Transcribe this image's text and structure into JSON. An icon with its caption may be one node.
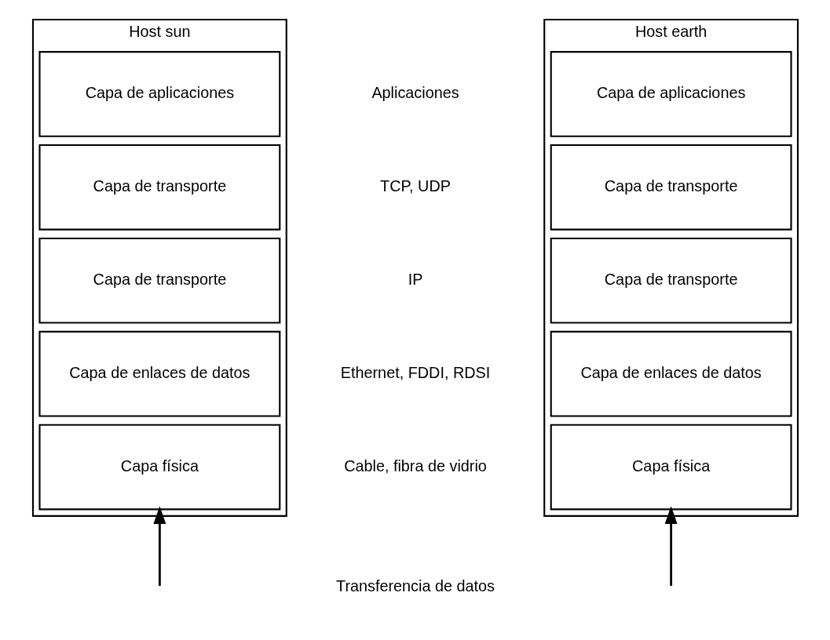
{
  "diagram": {
    "nodes": [
      {
        "text": [
          "Host sun"
        ]
      },
      {
        "text": [
          "Capa de aplicaciones"
        ],
        "in": 0
      },
      {
        "text": [
          "Capa de transporte"
        ],
        "in": 0
      },
      {
        "text": [
          "Capa de transporte"
        ],
        "in": 0
      },
      {
        "text": [
          "Capa de enlaces de datos"
        ],
        "in": 0
      },
      {
        "text": [
          "Capa física"
        ],
        "in": 0
      },
      {
        "text": [
          "Host earth"
        ]
      },
      {
        "text": [
          "Capa de aplicaciones"
        ],
        "in": 6
      },
      {
        "text": [
          "Capa de transporte"
        ],
        "in": 6
      },
      {
        "text": [
          "Capa de transporte"
        ],
        "in": 6
      },
      {
        "text": [
          "Capa de enlaces de datos"
        ],
        "in": 6
      },
      {
        "text": [
          "Capa física"
        ],
        "in": 6
      }
    ],
    "edges": [
      {
        "from": null,
        "to": 5,
        "arrow": "to"
      },
      {
        "from": null,
        "to": 11,
        "arrow": "to"
      }
    ],
    "labels": [
      "Aplicaciones",
      "TCP, UDP",
      "IP",
      "Ethernet, FDDI, RDSI",
      "Cable, fibra de vidrio",
      "Transferencia de datos"
    ]
  }
}
